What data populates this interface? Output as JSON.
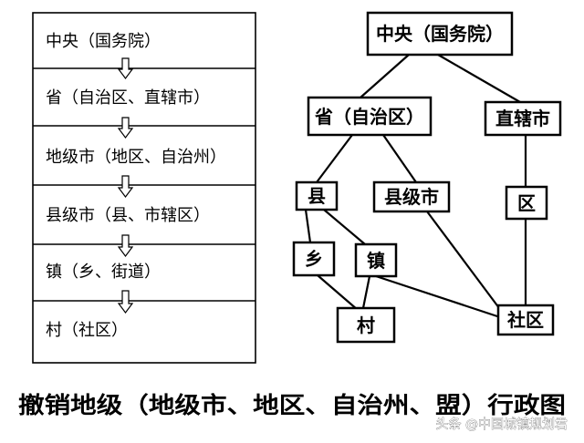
{
  "left_levels": [
    "中央（国务院）",
    "省（自治区、直辖市）",
    "地级市（地区、自治州）",
    "县级市（县、市辖区）",
    "镇（乡、街道）",
    "村（社区）"
  ],
  "nodes": {
    "central": "中央（国务院）",
    "province": "省（自治区）",
    "municipality": "直辖市",
    "county": "县",
    "county_city": "县级市",
    "district": "区",
    "township": "乡",
    "town": "镇",
    "village": "村",
    "community": "社区"
  },
  "caption": "撤销地级（地级市、地区、自治州、盟）行政图",
  "watermark": "头条 @中国城镇规划君"
}
